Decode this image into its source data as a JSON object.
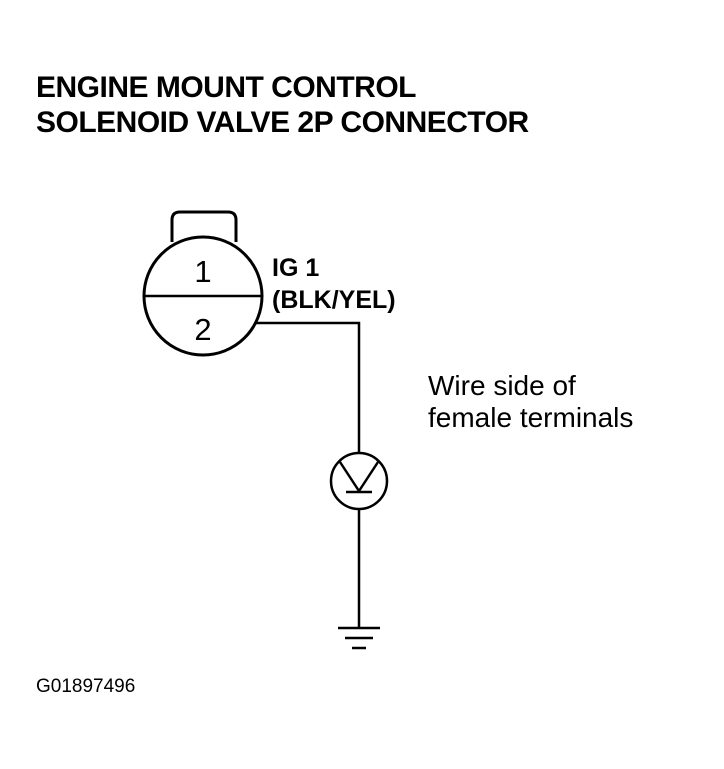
{
  "diagram": {
    "title_line1": "ENGINE MOUNT CONTROL",
    "title_line2": "SOLENOID VALVE 2P CONNECTOR",
    "connector": {
      "pin_top": "1",
      "pin_bottom": "2"
    },
    "signal_label_line1": "IG 1",
    "signal_label_line2": "(BLK/YEL)",
    "view_note_line1": "Wire side of",
    "view_note_line2": "female terminals",
    "meter_icon": "voltmeter-icon",
    "ground_icon": "ground-icon",
    "figure_code": "G01897496"
  }
}
